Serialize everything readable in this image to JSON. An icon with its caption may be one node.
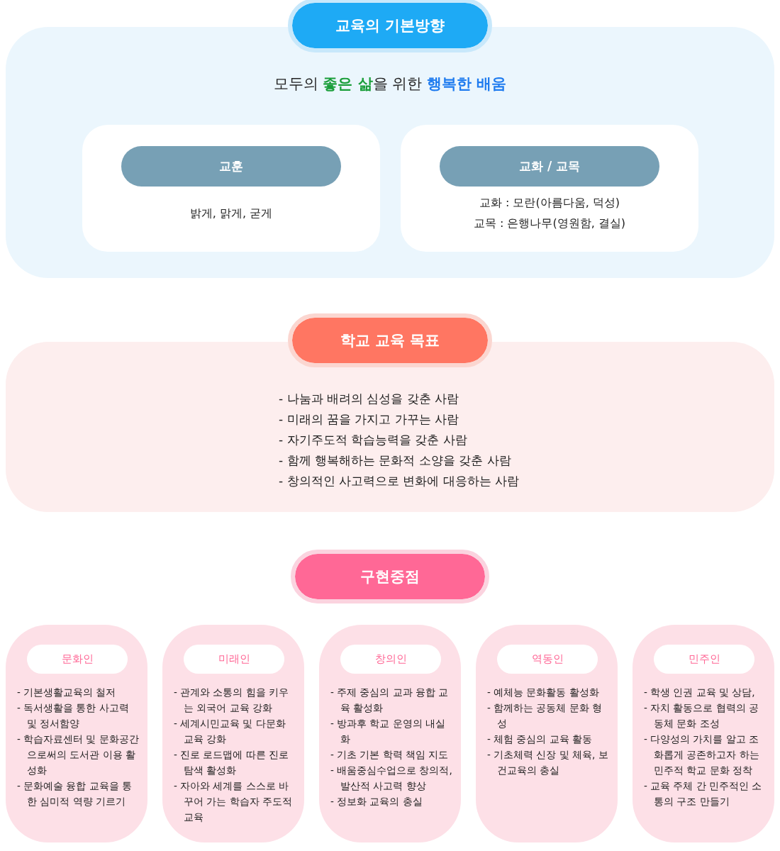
{
  "diagram": {
    "nodes": [
      {
        "text": [
          "교육의 기본방향",
          "모두의 **좋은 삶**을 위한 **행복한 배움**"
        ]
      },
      {
        "text": [
          "밝게, 맑게, 굳게"
        ],
        "in": 0
      },
      {
        "text": [
          "교훈"
        ],
        "in": 1
      },
      {
        "text": [
          "교화 : 모란(아름다움, 덕성)",
          "교목 : 은행나무(영원함, 결실)"
        ],
        "in": 0
      },
      {
        "text": [
          "교화 / 교목"
        ],
        "in": 3
      },
      {
        "text": [
          "학교 교육 목표",
          "- 나눔과 배려의 심성을 갖춘 사람",
          "- 미래의 꿈을 가지고 가꾸는 사람",
          "- 자기주도적 학습능력을 갖춘 사람",
          "- 함께 행복해하는 문화적 소양을 갖춘 사람",
          "- 창의적인 사고력으로 변화에 대응하는 사람"
        ]
      },
      {
        "text": [
          "구현중점"
        ]
      },
      {
        "text": [
          "- 기본생활교육의 철저",
          "- 독서생활을 통한 사고력 및 정서함양",
          "- 학습자료센터 및 문화공간으로써의 도서관 이용 활성화",
          "- 문화예술 융합 교육을 통한 심미적 역량 기르기"
        ]
      },
      {
        "text": [
          "문화인"
        ],
        "in": 7
      },
      {
        "text": [
          "- 관계와 소통의 힘을 키우는 외국어 교육 강화",
          "- 세계시민교육 및 다문화 교육 강화",
          "- 진로 로드맵에 따른 진로 탐색 활성화",
          "- 자아와 세계를 스스로 바꾸어 가는 학습자 주도적 교육"
        ]
      },
      {
        "text": [
          "미래인"
        ],
        "in": 9
      },
      {
        "text": [
          "- 주제 중심의 교과 융합 교육 활성화",
          "- 방과후 학교 운영의 내실화",
          "- 기초 기본 학력 책임 지도",
          "- 배움중심수업으로 창의적, 발산적 사고력 향상",
          "- 정보화 교육의 충실"
        ]
      },
      {
        "text": [
          "창의인"
        ],
        "in": 11
      },
      {
        "text": [
          "- 예체능 문화활동 활성화",
          "- 함께하는 공동체 문화 형성",
          "- 체험 중심의 교육 활동",
          "- 기초체력 신장 및 체육, 보건교육의 충실"
        ]
      },
      {
        "text": [
          "역동인"
        ],
        "in": 13
      },
      {
        "text": [
          "- 학생 인권 교육 및 상담,",
          "- 자치 활동으로 협력의 공동체 문화 조성",
          "- 다양성의 가치를 알고 조화롭게 공존하고자 하는 민주적 학교 문화 정착",
          "- 교육 주체 간 민주적인 소통의 구조 만들기"
        ]
      },
      {
        "text": [
          "민주인"
        ],
        "in": 15
      }
    ]
  }
}
